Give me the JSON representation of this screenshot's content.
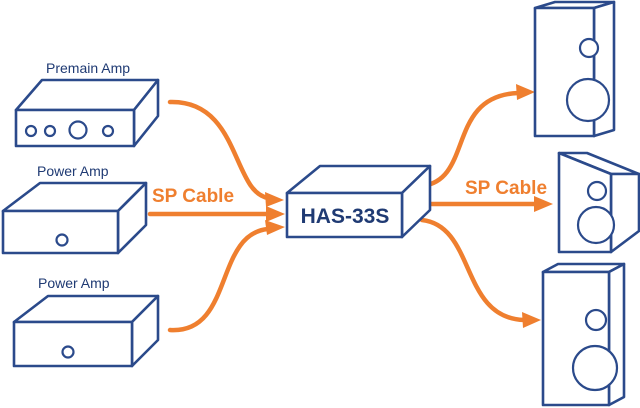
{
  "devices": {
    "premain_label": "Premain Amp",
    "power1_label": "Power Amp",
    "power2_label": "Power Amp"
  },
  "cables": {
    "input_label": "SP Cable",
    "output_label": "SP Cable"
  },
  "hub": {
    "label": "HAS-33S"
  },
  "colors": {
    "outline": "#2b4a8b",
    "cable": "#ef7f2f",
    "label_text": "#1f3a73"
  }
}
